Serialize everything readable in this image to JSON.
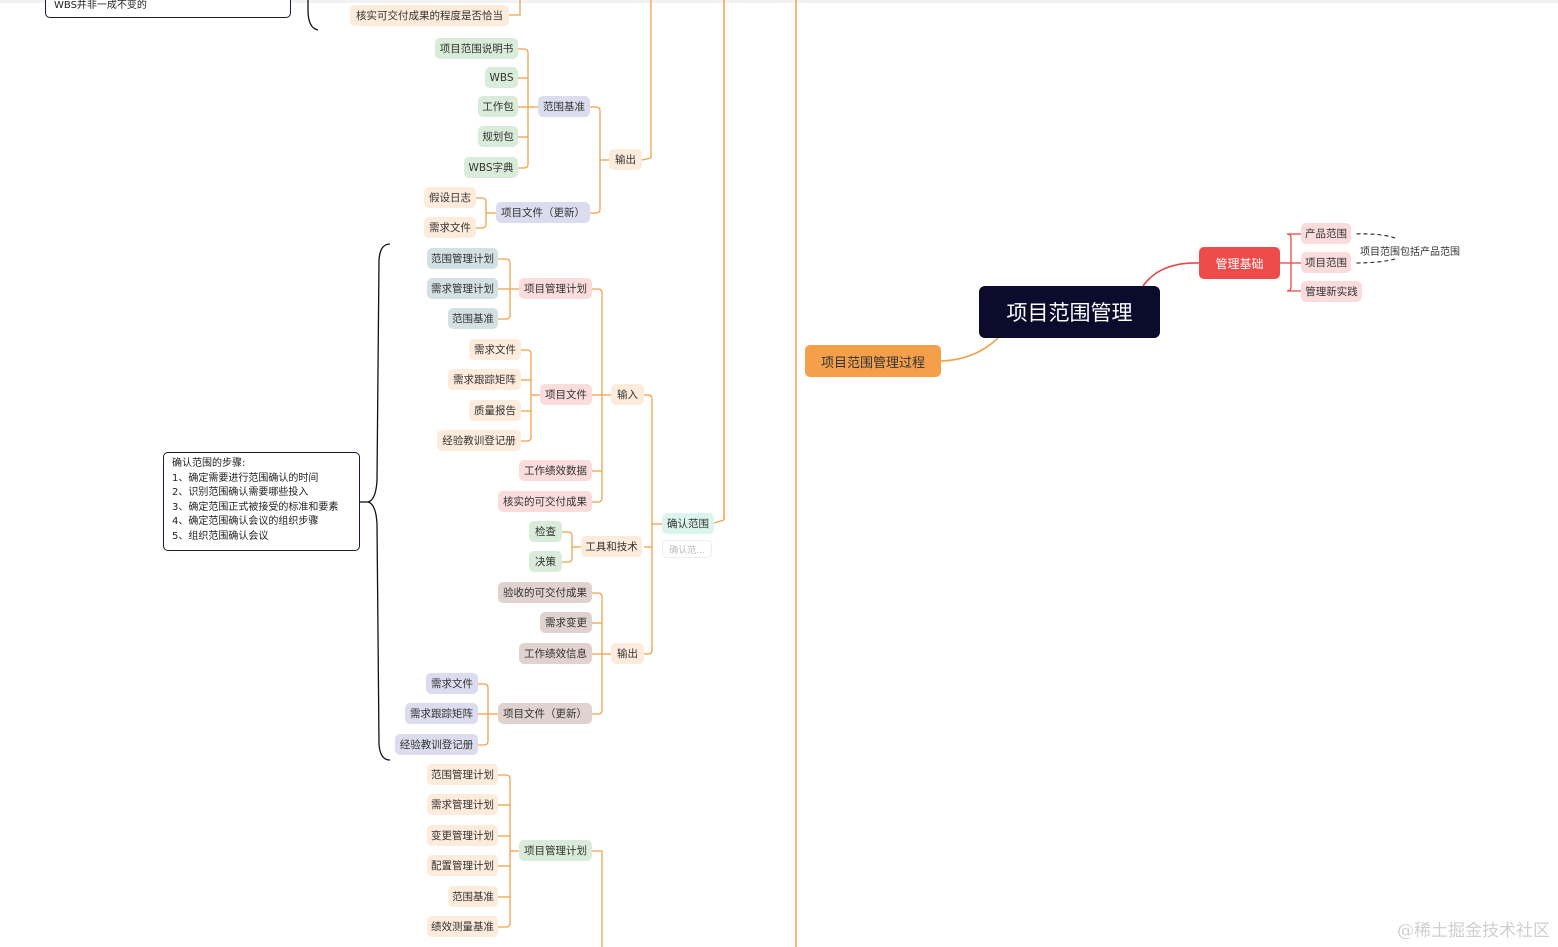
{
  "root": "项目范围管理",
  "branch_process": "项目范围管理过程",
  "branch_basis": "管理基础",
  "basis_children": [
    "产品范围",
    "项目范围",
    "管理新实践"
  ],
  "basis_relation": "项目范围包括产品范围",
  "top_note_partial": "WBS并非一成不变的",
  "top_partial_item": "核实可交付成果的程度是否恰当",
  "wbs_output": {
    "label": "输出",
    "scope_baseline": {
      "label": "范围基准",
      "children": [
        "项目范围说明书",
        "WBS",
        "工作包",
        "规划包",
        "WBS字典"
      ]
    },
    "project_docs": {
      "label": "项目文件（更新）",
      "children": [
        "假设日志",
        "需求文件"
      ]
    }
  },
  "validate": {
    "label": "确认范围",
    "sub_placeholder": "确认范...",
    "note": {
      "title": "确认范围的步骤:",
      "lines": [
        "1、确定需要进行范围确认的时间",
        "2、识别范围确认需要哪些投入",
        "3、确定范围正式被接受的标准和要素",
        "4、确定范围确认会议的组织步骤",
        "5、组织范围确认会议"
      ]
    },
    "inputs": {
      "label": "输入",
      "pmp": {
        "label": "项目管理计划",
        "children": [
          "范围管理计划",
          "需求管理计划",
          "范围基准"
        ]
      },
      "docs": {
        "label": "项目文件",
        "children": [
          "需求文件",
          "需求跟踪矩阵",
          "质量报告",
          "经验教训登记册"
        ]
      },
      "others": [
        "工作绩效数据",
        "核实的可交付成果"
      ]
    },
    "tools": {
      "label": "工具和技术",
      "children": [
        "检查",
        "决策"
      ]
    },
    "outputs": {
      "label": "输出",
      "items": [
        "验收的可交付成果",
        "需求变更",
        "工作绩效信息"
      ],
      "docs": {
        "label": "项目文件（更新）",
        "children": [
          "需求文件",
          "需求跟踪矩阵",
          "经验教训登记册"
        ]
      }
    }
  },
  "control": {
    "pmp": {
      "label": "项目管理计划",
      "children": [
        "范围管理计划",
        "需求管理计划",
        "变更管理计划",
        "配置管理计划",
        "范围基准",
        "绩效测量基准"
      ]
    }
  },
  "watermark": "@稀土掘金技术社区",
  "colors": {
    "root": "#0b0b2e",
    "process": "#f4a04a",
    "basis": "#ee4b4b",
    "line_orange": "#f2a14f",
    "line_red": "#e24a4a"
  }
}
